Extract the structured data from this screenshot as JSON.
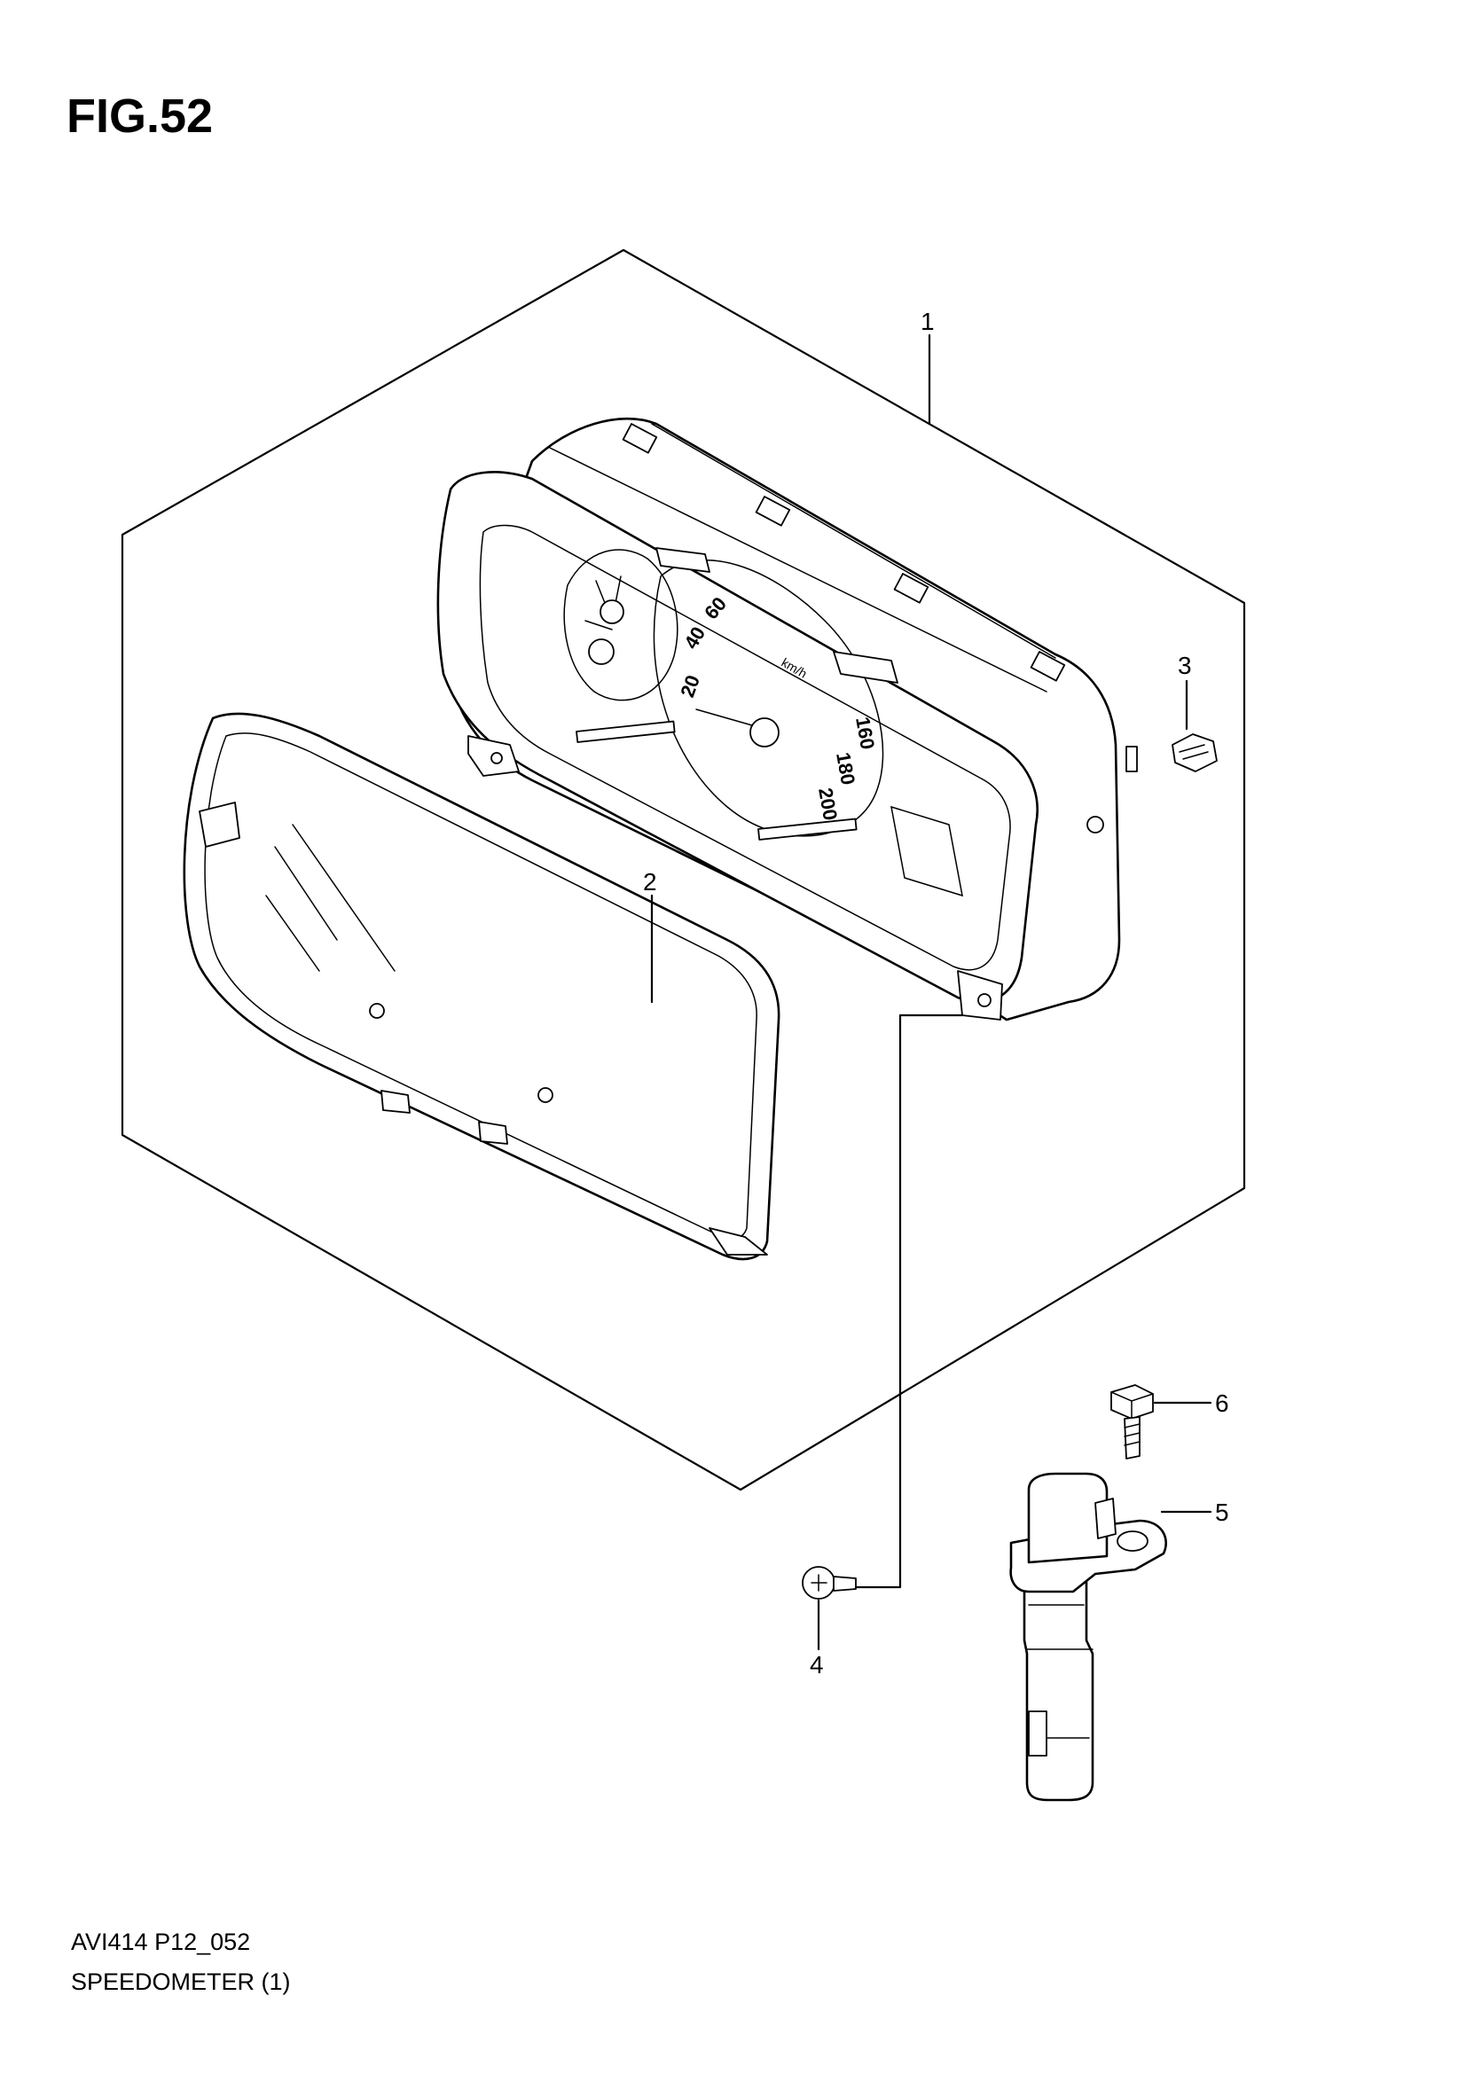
{
  "figure": {
    "title": "FIG.52"
  },
  "footer": {
    "code": "AVI414 P12_052",
    "name": "SPEEDOMETER (1)"
  },
  "callouts": [
    {
      "id": "1",
      "label": "1"
    },
    {
      "id": "2",
      "label": "2"
    },
    {
      "id": "3",
      "label": "3"
    },
    {
      "id": "4",
      "label": "4"
    },
    {
      "id": "5",
      "label": "5"
    },
    {
      "id": "6",
      "label": "6"
    }
  ],
  "gauge": {
    "speed_labels": [
      "20",
      "40",
      "60",
      "160",
      "180",
      "200"
    ],
    "unit": "km/h"
  }
}
